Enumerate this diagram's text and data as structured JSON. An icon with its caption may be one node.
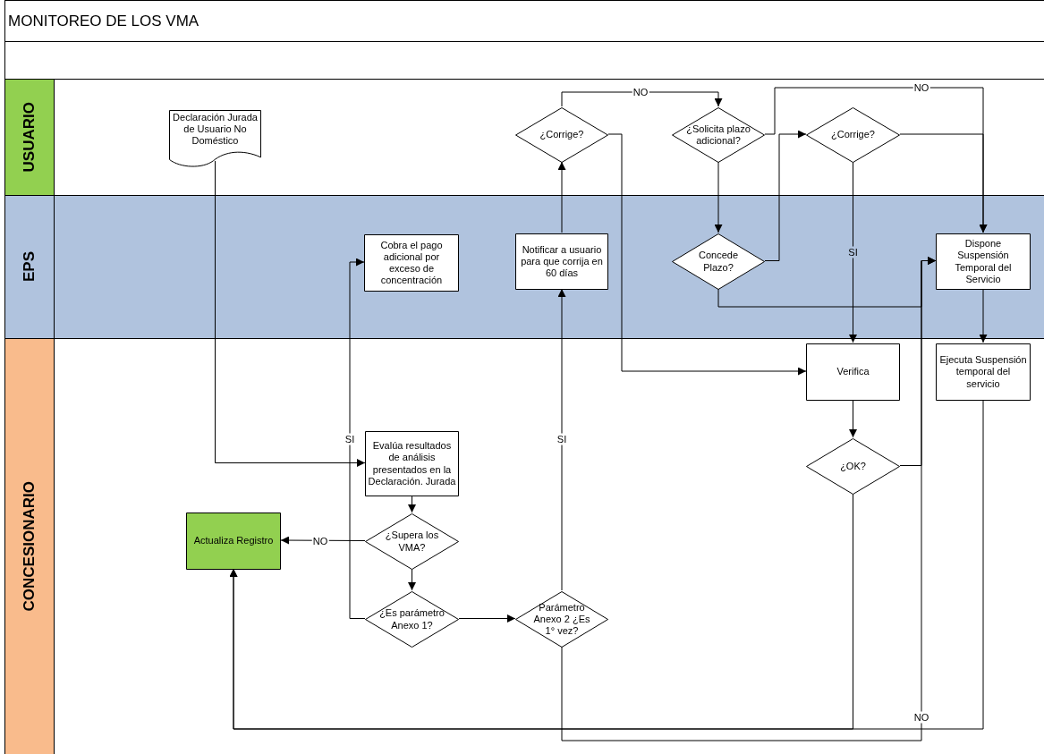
{
  "diagram": {
    "title": "MONITOREO DE LOS VMA",
    "nodes": [
      {
        "text": [
          "USUARIO"
        ]
      },
      {
        "text": [
          "EPS"
        ]
      },
      {
        "text": [
          "CONCESIONARIO"
        ]
      },
      {
        "text": [
          "Declaración Jurada de Usuario No Doméstico"
        ],
        "in": 0
      },
      {
        "text": [
          "¿Corrige?"
        ],
        "in": 0
      },
      {
        "text": [
          "¿Solicita plazo adicional?"
        ],
        "in": 0
      },
      {
        "text": [
          "¿Corrige?"
        ],
        "in": 0
      },
      {
        "text": [
          "Cobra el pago adicional por exceso de concentración"
        ],
        "in": 1
      },
      {
        "text": [
          "Notificar a usuario para que corrija en 60 días"
        ],
        "in": 1
      },
      {
        "text": [
          "Concede Plazo?"
        ],
        "in": 1
      },
      {
        "text": [
          "Dispone Suspensión Temporal del Servicio"
        ],
        "in": 1
      },
      {
        "text": [
          "Verifica"
        ],
        "in": 2
      },
      {
        "text": [
          "Ejecuta Suspensión temporal del servicio"
        ],
        "in": 2
      },
      {
        "text": [
          "Evalúa resultados de análisis presentados en la Declaración. Jurada"
        ],
        "in": 2
      },
      {
        "text": [
          "¿OK?"
        ],
        "in": 2
      },
      {
        "text": [
          "Actualiza Registro"
        ],
        "in": 2
      },
      {
        "text": [
          "¿Supera los VMA?"
        ],
        "in": 2
      },
      {
        "text": [
          "¿Es parámetro Anexo 1?"
        ],
        "in": 2
      },
      {
        "text": [
          "Parámetro Anexo 2 ¿Es 1° vez?"
        ],
        "in": 2
      }
    ],
    "edges": [
      {
        "from": 3,
        "to": 13,
        "arrow": "to"
      },
      {
        "from": 13,
        "to": 16,
        "arrow": "to"
      },
      {
        "from": 16,
        "to": 15,
        "arrow": "to",
        "label": "NO"
      },
      {
        "from": 16,
        "to": 17,
        "arrow": "to"
      },
      {
        "from": 17,
        "to": 7,
        "arrow": "to",
        "label": "SI"
      },
      {
        "from": 17,
        "to": 18,
        "arrow": "to"
      },
      {
        "from": 18,
        "to": 8,
        "arrow": "to",
        "label": "SI"
      },
      {
        "from": 8,
        "to": 4,
        "arrow": "to"
      },
      {
        "from": 4,
        "to": 5,
        "arrow": "to",
        "label": "NO"
      },
      {
        "from": 4,
        "to": 11,
        "arrow": "to"
      },
      {
        "from": 5,
        "to": 9,
        "arrow": "to"
      },
      {
        "from": 5,
        "to": 10,
        "arrow": "to",
        "label": "NO"
      },
      {
        "from": 6,
        "to": 10,
        "arrow": "to"
      },
      {
        "from": 9,
        "to": 6,
        "arrow": "to"
      },
      {
        "from": 6,
        "to": 11,
        "arrow": "to",
        "label": "SI"
      },
      {
        "from": 9,
        "to": 10,
        "arrow": "to"
      },
      {
        "from": 14,
        "to": 10,
        "arrow": "to"
      },
      {
        "from": 18,
        "to": 10,
        "arrow": "to",
        "label": "NO"
      },
      {
        "from": 11,
        "to": 14,
        "arrow": "to"
      },
      {
        "from": 10,
        "to": 12,
        "arrow": "to"
      },
      {
        "from": 14,
        "to": 15,
        "arrow": "to"
      },
      {
        "from": 12,
        "to": 15,
        "arrow": "to"
      }
    ]
  }
}
